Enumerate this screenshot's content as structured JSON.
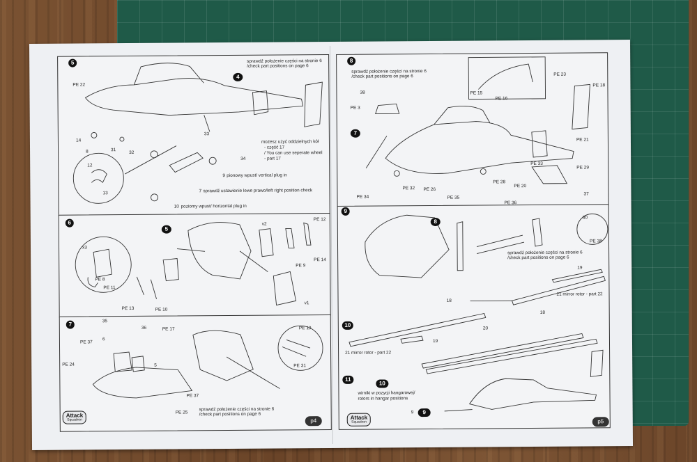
{
  "steps": {
    "s5": "5",
    "s6": "6",
    "s7": "7",
    "s8": "8",
    "s9": "9",
    "s10": "10",
    "s11": "11",
    "c4": "4",
    "c5": "5",
    "c7": "7",
    "c8": "8",
    "c9": "9",
    "c10": "10"
  },
  "notes": {
    "check_pl": "sprawdź położenie części na stronie 6",
    "check_en": "/check part positions on page 6",
    "wheel_pl": "możesz użyć oddzielnych kół",
    "wheel_part_pl": "- część 17",
    "wheel_en": "/ You can use seperate wheel",
    "wheel_part_en": "- part 17",
    "vertical_plug": "pionowy wpust/ vertical plug in",
    "lr_check": "sprawdź ustawienie lewe prawo/left right position check",
    "horizontal_plug": "poziomy wpust/ horizontal plug in",
    "mirror_rotor": "21 mirror rotor - part 22",
    "hangar_pl": "wirniki w pozycji hangarowej/",
    "hangar_en": "rotors in hangar positions"
  },
  "parts": {
    "pe22": "PE 22",
    "p14": "14",
    "p8": "8",
    "p31": "31",
    "p32": "32",
    "p33": "33",
    "p34": "34",
    "p12": "12",
    "p13": "13",
    "p9": "9",
    "p7": "7",
    "p10": "10",
    "x3": "x3",
    "pe8": "PE 8",
    "pe11": "PE 11",
    "pe13": "PE 13",
    "pe10": "PE 10",
    "v2": "v2",
    "pe12": "PE 12",
    "pe9": "PE 9",
    "pe14": "PE 14",
    "v1": "v1",
    "p35": "35",
    "p36": "36",
    "p6": "6",
    "pe37a": "PE 37",
    "pe17": "PE 17",
    "pe24": "PE 24",
    "p5": "5",
    "pe37b": "PE 37",
    "pe25": "PE 25",
    "pe19": "PE 19",
    "pe31": "PE 31",
    "pe23": "PE 23",
    "pe18": "PE 18",
    "pe15": "PE 15",
    "pe16": "PE 16",
    "p38": "38",
    "pe3": "PE 3",
    "pe21": "PE 21",
    "pe33": "PE 33",
    "pe29": "PE 29",
    "pe28": "PE 28",
    "pe20": "PE 20",
    "p37": "37",
    "pe34": "PE 34",
    "pe32": "PE 32",
    "pe26": "PE 26",
    "pe35": "PE 35",
    "pe36": "PE 36",
    "p30": "30",
    "pe38": "PE 38",
    "p19a": "19",
    "p18a": "18",
    "p20": "20",
    "p18b": "18",
    "p19b": "19",
    "p9b": "9"
  },
  "brand": {
    "name": "Attack",
    "sub": "Squadron"
  },
  "pages": {
    "left": "p4",
    "right": "p5"
  },
  "colors": {
    "paper": "#eef0f3",
    "ink": "#222222",
    "mat": "#1f5a48",
    "wood": "#6e4a2c"
  }
}
